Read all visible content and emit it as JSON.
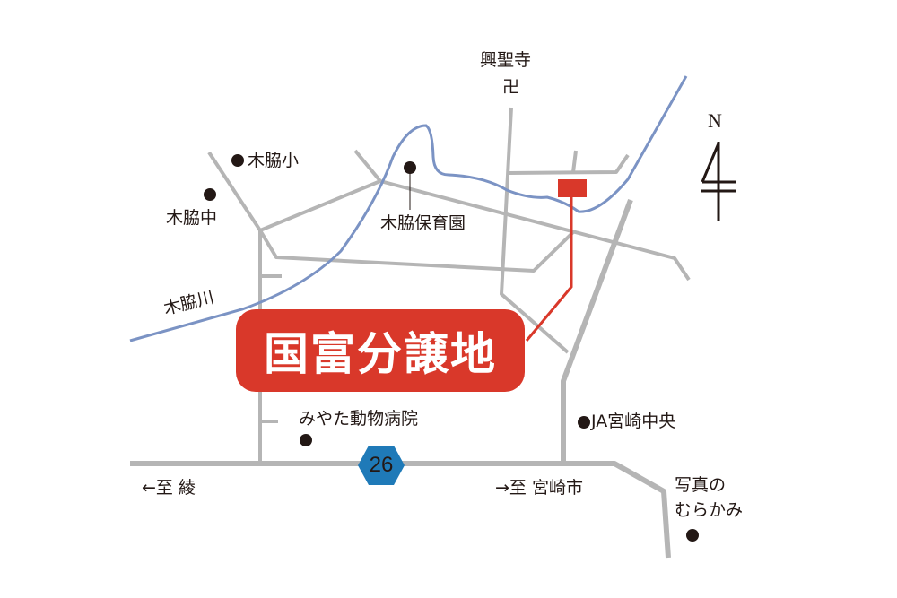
{
  "colors": {
    "road": "#b5b5b5",
    "river": "#7b93c4",
    "accent": "#d9382a",
    "route": "#1f7ab8",
    "text": "#231815"
  },
  "site": {
    "label": "国富分譲地"
  },
  "route": {
    "number": "26"
  },
  "north": {
    "label": "N"
  },
  "places": {
    "temple": "興聖寺",
    "temple_symbol": "卍",
    "elementary": "木脇小",
    "junior_high": "木脇中",
    "nursery": "木脇保育園",
    "river": "木脇川",
    "vet": "みやた動物病院",
    "ja": "JA宮崎中央",
    "photo_line1": "写真の",
    "photo_line2": "むらかみ"
  },
  "directions": {
    "west": "←至 綾",
    "east": "→至 宮崎市"
  }
}
